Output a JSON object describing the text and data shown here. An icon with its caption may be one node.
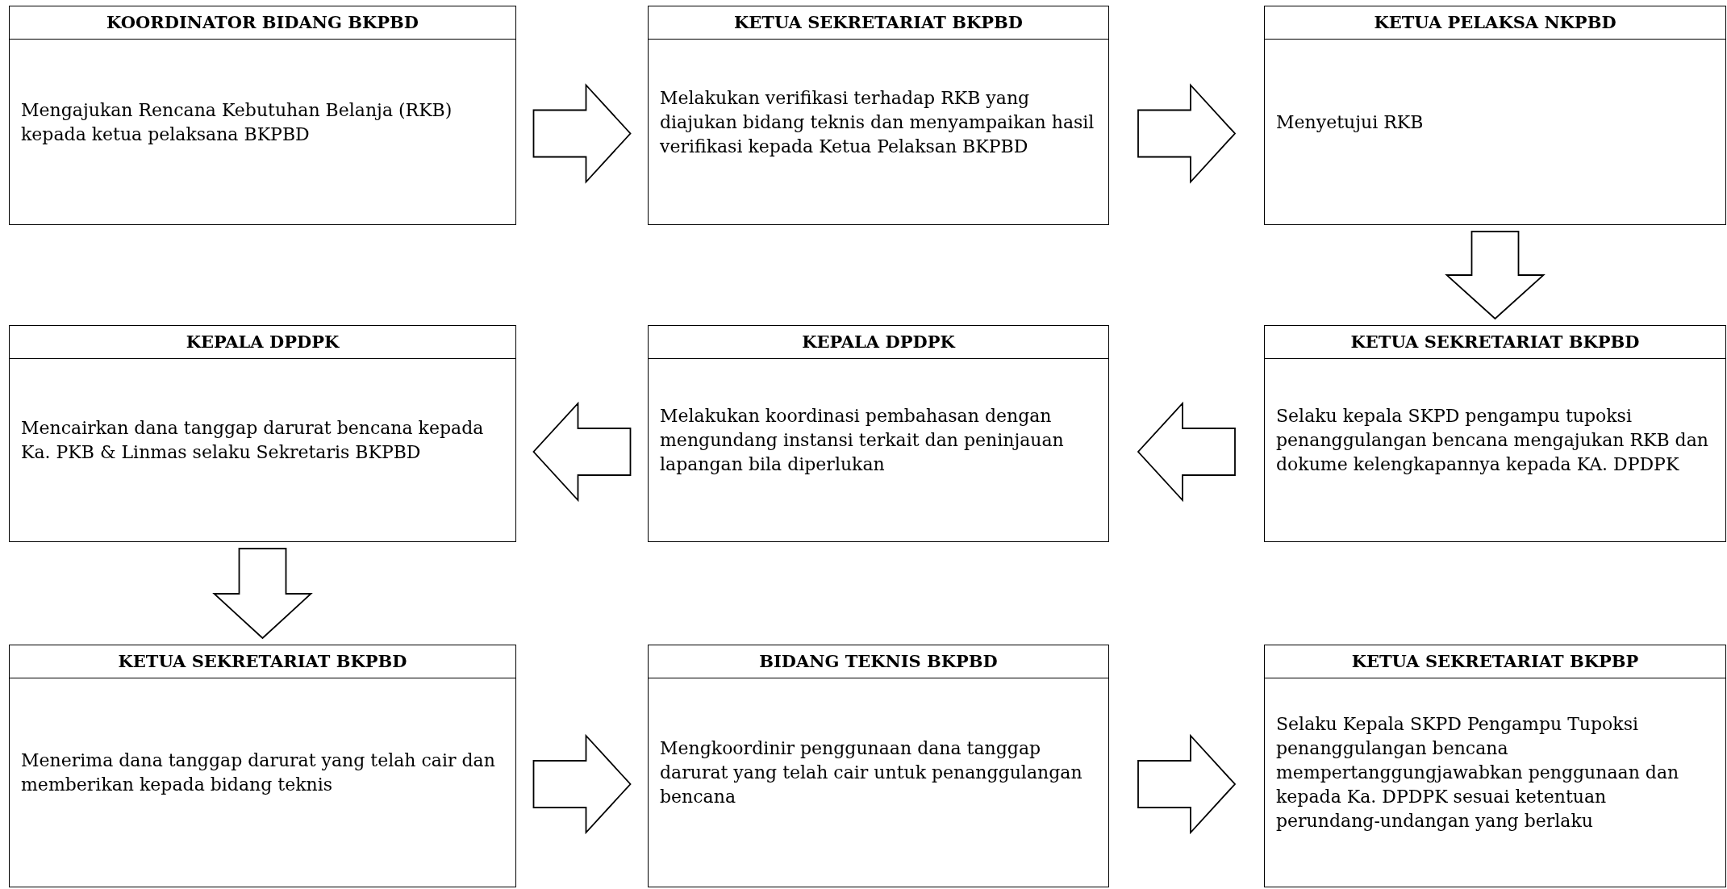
{
  "diagram": {
    "nodes": [
      {
        "text": [
          "KOORDINATOR BIDANG BKPBD",
          "Mengajukan Rencana Kebutuhan Belanja (RKB) kepada ketua pelaksana BKPBD"
        ]
      },
      {
        "text": [
          "KETUA SEKRETARIAT BKPBD",
          "Melakukan verifikasi terhadap RKB yang diajukan bidang teknis dan menyampaikan hasil verifikasi kepada Ketua Pelaksan BKPBD"
        ]
      },
      {
        "text": [
          "KETUA PELAKSA NKPBD",
          "Menyetujui RKB"
        ]
      },
      {
        "text": [
          "KEPALA DPDPK",
          "Mencairkan dana tanggap darurat bencana kepada Ka. PKB & Linmas selaku Sekretaris BKPBD"
        ]
      },
      {
        "text": [
          "KEPALA DPDPK",
          "Melakukan koordinasi pembahasan dengan mengundang instansi terkait dan peninjauan lapangan bila diperlukan"
        ]
      },
      {
        "text": [
          "KETUA SEKRETARIAT BKPBD",
          "Selaku kepala SKPD pengampu tupoksi penanggulangan bencana mengajukan RKB dan dokume kelengkapannya kepada KA. DPDPK"
        ]
      },
      {
        "text": [
          "KETUA SEKRETARIAT BKPBD",
          "Menerima dana tanggap darurat yang telah cair dan memberikan kepada bidang teknis"
        ]
      },
      {
        "text": [
          "BIDANG TEKNIS BKPBD",
          "Mengkoordinir penggunaan dana tanggap darurat yang telah cair untuk penanggulangan bencana"
        ]
      },
      {
        "text": [
          "KETUA SEKRETARIAT BKPBP",
          "Selaku Kepala SKPD Pengampu Tupoksi penanggulangan bencana mempertanggungjawabkan penggunaan dan kepada Ka. DPDPK sesuai ketentuan perundang-undangan yang berlaku"
        ]
      }
    ],
    "edges": [
      {
        "from": 0,
        "to": 1,
        "arrow": "to"
      },
      {
        "from": 1,
        "to": 2,
        "arrow": "to"
      },
      {
        "from": 2,
        "to": 5,
        "arrow": "to"
      },
      {
        "from": 5,
        "to": 4,
        "arrow": "to"
      },
      {
        "from": 4,
        "to": 3,
        "arrow": "to"
      },
      {
        "from": 3,
        "to": 6,
        "arrow": "to"
      },
      {
        "from": 6,
        "to": 7,
        "arrow": "to"
      },
      {
        "from": 7,
        "to": 8,
        "arrow": "to"
      }
    ]
  }
}
